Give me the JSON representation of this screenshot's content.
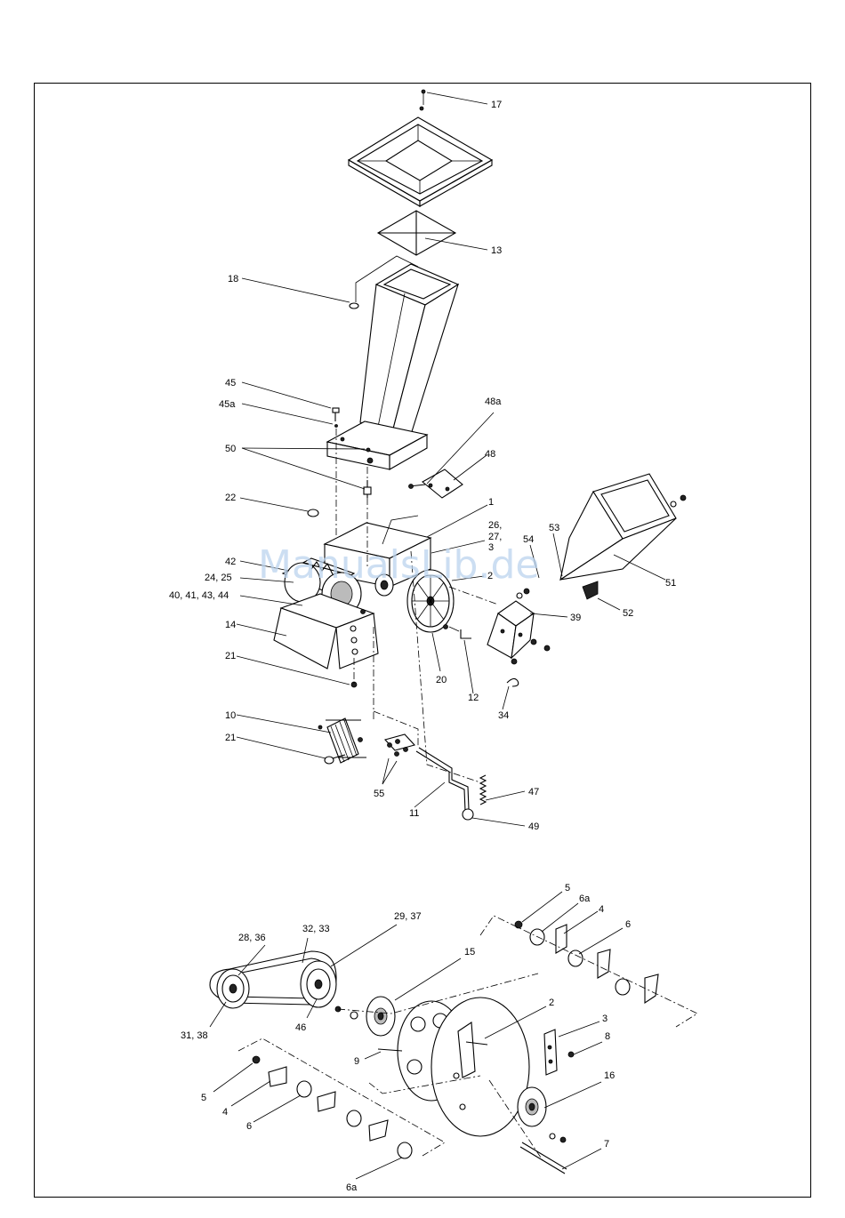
{
  "watermark": "ManualsLib.de",
  "labels": {
    "l17": "17",
    "l13": "13",
    "l18": "18",
    "l45": "45",
    "l45a": "45a",
    "l50": "50",
    "l48a": "48a",
    "l48": "48",
    "l22": "22",
    "l1": "1",
    "l26": "26,",
    "l27": "27,",
    "l3top": "3",
    "l2top": "2",
    "l42": "42",
    "l2425": "24, 25",
    "l40": "40, 41, 43, 44",
    "l14": "14",
    "l21a": "21",
    "l10": "10",
    "l21b": "21",
    "l55": "55",
    "l11": "11",
    "l47": "47",
    "l49": "49",
    "l20": "20",
    "l12": "12",
    "l34": "34",
    "l39": "39",
    "l52": "52",
    "l51": "51",
    "l53": "53",
    "l54": "54",
    "b5a": "5",
    "b6a1": "6a",
    "b4a": "4",
    "b6b": "6",
    "b2937": "29, 37",
    "b3233": "32, 33",
    "b2836": "28, 36",
    "b15": "15",
    "b3138": "31, 38",
    "b46": "46",
    "b2": "2",
    "b3": "3",
    "b8": "8",
    "b9": "9",
    "b16": "16",
    "b5b": "5",
    "b4b": "4",
    "b6c": "6",
    "b7": "7",
    "b6a2": "6a"
  }
}
